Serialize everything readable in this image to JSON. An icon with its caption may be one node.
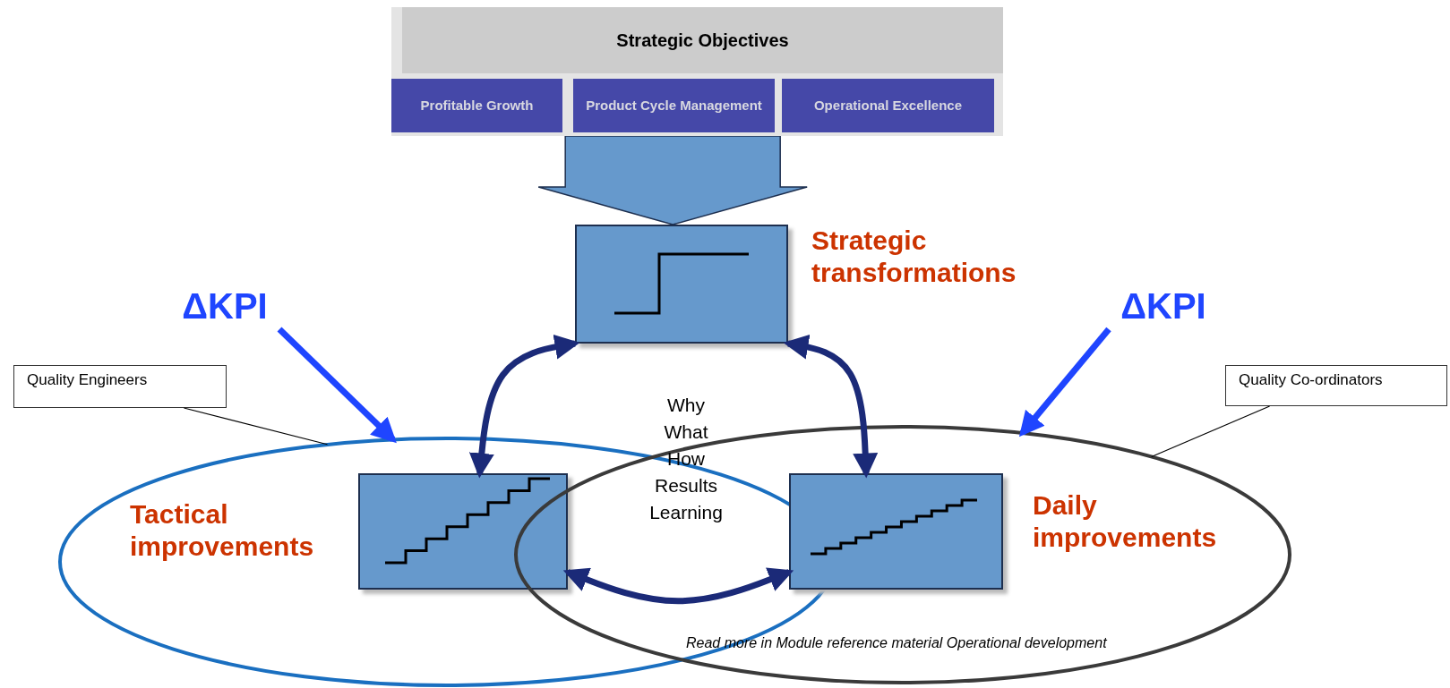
{
  "diagram": {
    "nodes": [
      {
        "text": [
          "Strategic Objectives"
        ]
      },
      {
        "text": [
          "Profitable Growth"
        ],
        "in": 0
      },
      {
        "text": [
          "Product Cycle Management"
        ],
        "in": 0
      },
      {
        "text": [
          "Operational Excellence"
        ],
        "in": 0
      },
      {
        "text": [],
        "shape": "box",
        "beside": [
          "Strategic transformations"
        ]
      },
      {
        "text": [
          "Tactical improvements"
        ]
      },
      {
        "text": [
          "Daily improvements"
        ]
      },
      {
        "text": [],
        "shape": "box",
        "in": 5
      },
      {
        "text": [],
        "shape": "box",
        "in": 6
      },
      {
        "text": [
          "ΔKPI"
        ]
      },
      {
        "text": [
          "ΔKPI"
        ]
      },
      {
        "text": [
          "Quality Engineers"
        ]
      },
      {
        "text": [
          "Quality Co-ordinators"
        ]
      }
    ],
    "edges": [
      {
        "from": 0,
        "to": 4,
        "arrow": "to",
        "style": "thick",
        "color": "#6699cc"
      },
      {
        "from": 4,
        "to": 7,
        "arrow": "both"
      },
      {
        "from": 4,
        "to": 8,
        "arrow": "both"
      },
      {
        "from": 7,
        "to": 8,
        "arrow": "both"
      },
      {
        "from": 9,
        "to": 5,
        "arrow": "to",
        "color": "#1f45ff"
      },
      {
        "from": 10,
        "to": 6,
        "arrow": "to",
        "color": "#1f45ff"
      },
      {
        "from": 11,
        "to": 5,
        "arrow": "none",
        "color": "#000000"
      },
      {
        "from": 12,
        "to": 6,
        "arrow": "none",
        "color": "#000000"
      }
    ],
    "labels": [
      "Why What How Results Learning",
      "Read more in Module reference material Operational development"
    ]
  }
}
